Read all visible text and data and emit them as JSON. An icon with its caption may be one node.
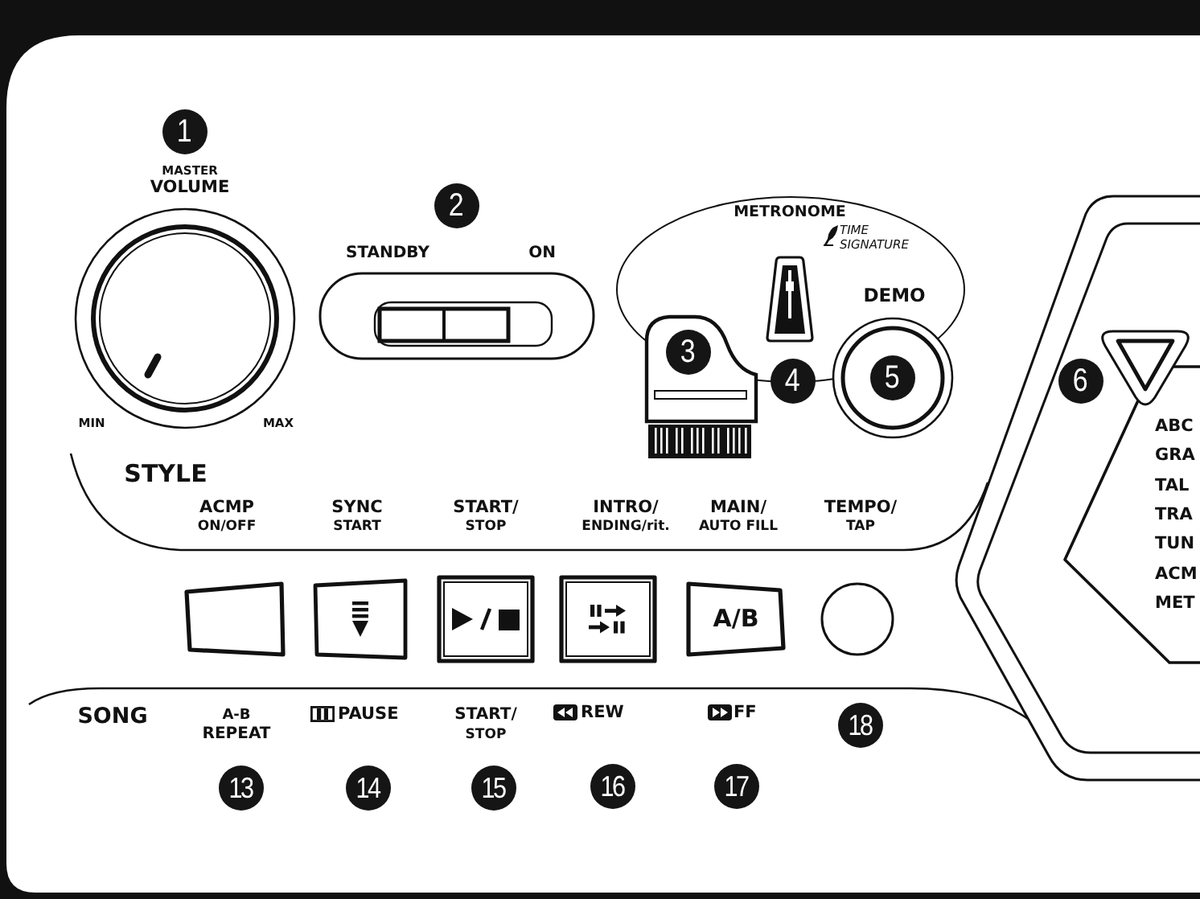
{
  "diagram": {
    "nodes": [
      {
        "text": [
          "METRONOME",
          "TIME SIGNATURE",
          "DEMO"
        ]
      },
      {
        "text": [
          "ABC",
          "GRA",
          "TAL",
          "TRA",
          "TUN",
          "ACM",
          "MET"
        ]
      },
      {
        "text": [],
        "shape": "box",
        "beside": [
          "ACMP ON/OFF",
          "A-B REPEAT"
        ]
      },
      {
        "text": [],
        "shape": "box",
        "beside": [
          "SYNC START",
          "PAUSE"
        ]
      },
      {
        "text": [],
        "shape": "box",
        "beside": [
          "START/ STOP",
          "START/ STOP"
        ]
      },
      {
        "text": [],
        "shape": "box",
        "beside": [
          "INTRO/ ENDING/rit.",
          "REW"
        ]
      },
      {
        "text": [
          "A/B"
        ],
        "beside": [
          "MAIN/ AUTO FILL",
          "FF"
        ]
      },
      {
        "text": [],
        "shape": "circle",
        "beside": [
          "TEMPO/ TAP"
        ]
      }
    ],
    "labels": [
      "1",
      "MASTER VOLUME",
      "2",
      "STANDBY",
      "ON",
      "MIN",
      "MAX",
      "3",
      "4",
      "5",
      "6",
      "STYLE",
      "SONG",
      "18",
      "13",
      "14",
      "15",
      "16",
      "17"
    ]
  }
}
